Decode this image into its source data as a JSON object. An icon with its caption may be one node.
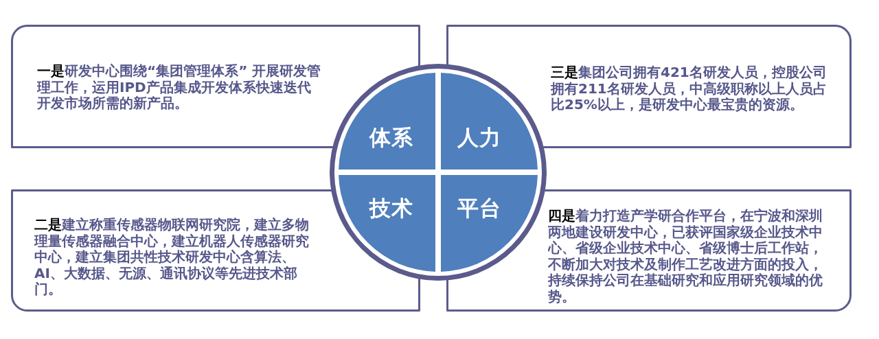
{
  "diagram": {
    "nodes": [
      {
        "text": [
          "**一是**研发中心围绕“集团管理体系” 开展研发管理工作，运用IPD产品集成开发体系快速迭代开发市场所需的新产品。"
        ]
      },
      {
        "text": [
          "**三是**集团公司拥有421名研发人员，控股公司拥有211名研发人员，中高级职称以上人员占比25%以上，是研发中心最宝贵的资源。"
        ]
      },
      {
        "text": [
          "**二是**建立称重传感器物联网研究院，建立多物理量传感器融合中心，建立机器人传感器研究中心，建立集团共性技术研发中心含算法、AI、大数据、无源、通讯协议等先进技术部门。"
        ]
      },
      {
        "text": [
          "**四是**着力打造产学研合作平台，在宁波和深圳两地建设研发中心，已获评国家级企业技术中心、省级企业技术中心、省级博士后工作站，不断加大对技术及制作工艺改进方面的投入，持续保持公司在基础研究和应用研究领域的优势。"
        ]
      },
      {
        "text": [],
        "shape": "circle"
      },
      {
        "text": [
          "体系"
        ],
        "in": 4
      },
      {
        "text": [
          "人力"
        ],
        "in": 4
      },
      {
        "text": [
          "技术"
        ],
        "in": 4
      },
      {
        "text": [
          "平台"
        ],
        "in": 4
      }
    ]
  }
}
